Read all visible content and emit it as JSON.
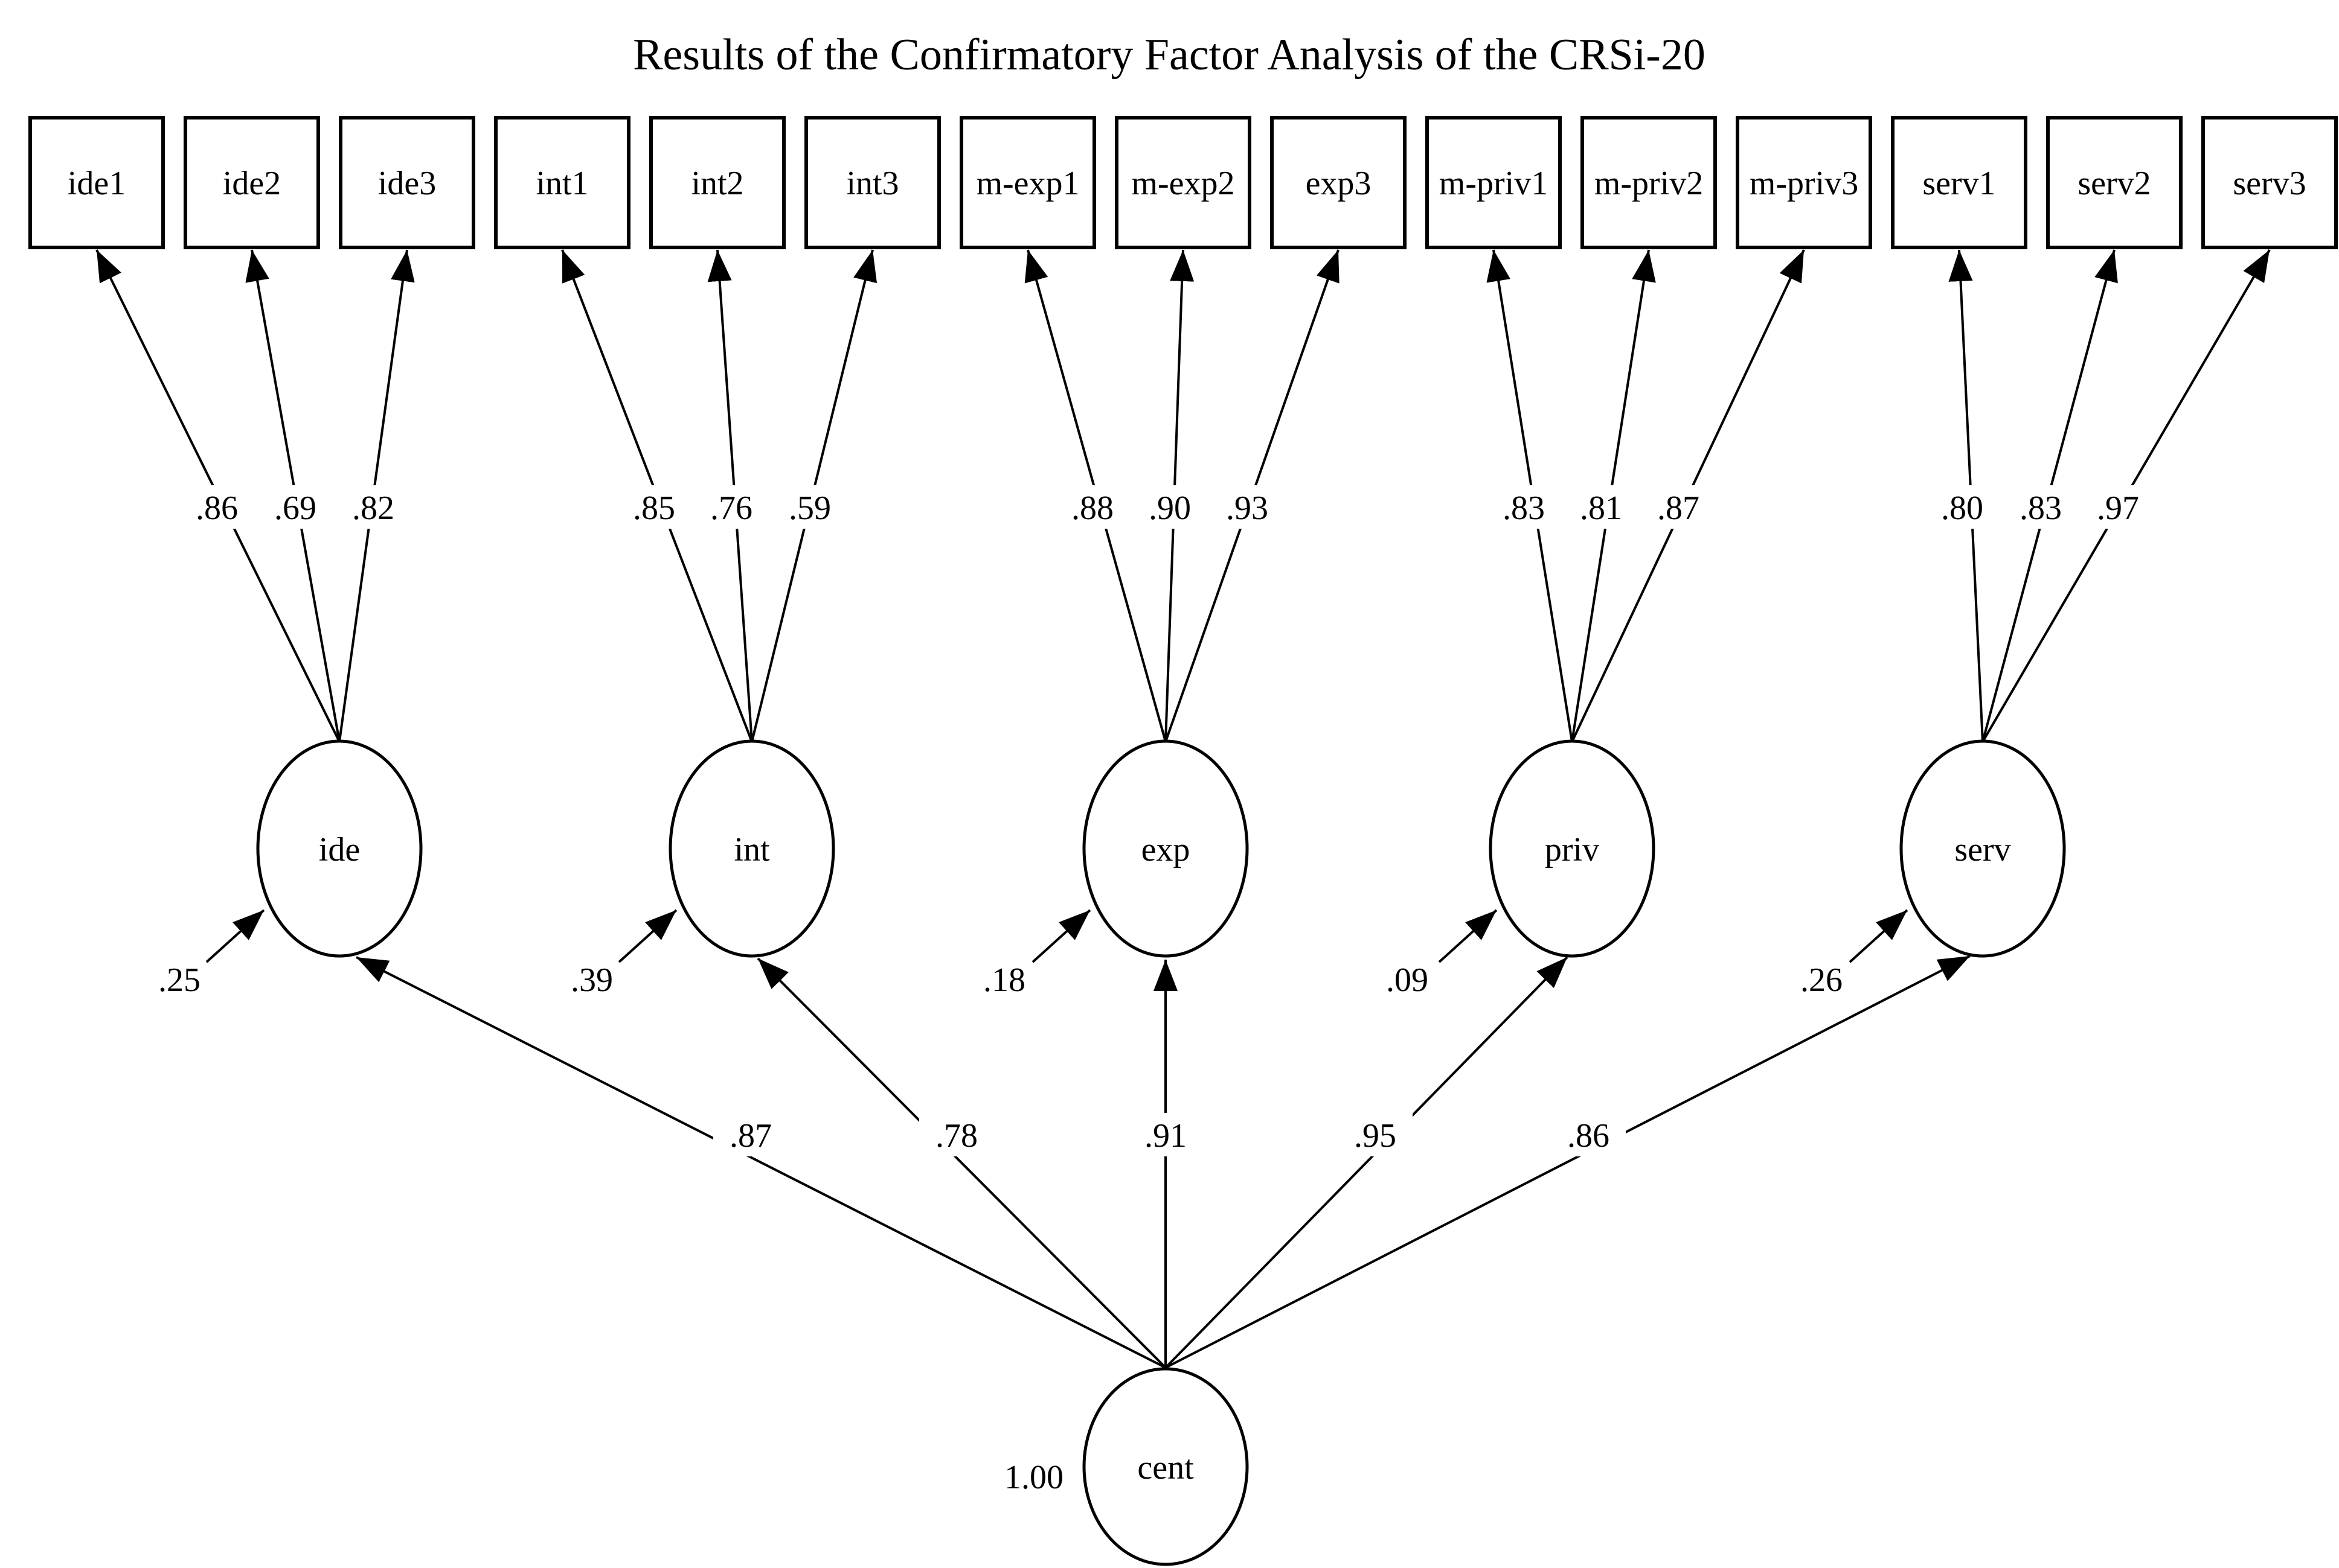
{
  "title": "Results of the Confirmatory Factor Analysis of the CRSi-20",
  "colors": {
    "ink": "#000000",
    "background": "#ffffff"
  },
  "diagram": {
    "type": "second-order confirmatory factor analysis path diagram",
    "second_order_factor": {
      "label": "cent",
      "variance": "1.00"
    },
    "factors": [
      {
        "label": "ide",
        "residual": ".25",
        "second_order_loading": ".87",
        "indicators": [
          {
            "label": "ide1",
            "loading": ".86"
          },
          {
            "label": "ide2",
            "loading": ".69"
          },
          {
            "label": "ide3",
            "loading": ".82"
          }
        ]
      },
      {
        "label": "int",
        "residual": ".39",
        "second_order_loading": ".78",
        "indicators": [
          {
            "label": "int1",
            "loading": ".85"
          },
          {
            "label": "int2",
            "loading": ".76"
          },
          {
            "label": "int3",
            "loading": ".59"
          }
        ]
      },
      {
        "label": "exp",
        "residual": ".18",
        "second_order_loading": ".91",
        "indicators": [
          {
            "label": "m-exp1",
            "loading": ".88"
          },
          {
            "label": "m-exp2",
            "loading": ".90"
          },
          {
            "label": "exp3",
            "loading": ".93"
          }
        ]
      },
      {
        "label": "priv",
        "residual": ".09",
        "second_order_loading": ".95",
        "indicators": [
          {
            "label": "m-priv1",
            "loading": ".83"
          },
          {
            "label": "m-priv2",
            "loading": ".81"
          },
          {
            "label": "m-priv3",
            "loading": ".87"
          }
        ]
      },
      {
        "label": "serv",
        "residual": ".26",
        "second_order_loading": ".86",
        "indicators": [
          {
            "label": "serv1",
            "loading": ".80"
          },
          {
            "label": "serv2",
            "loading": ".83"
          },
          {
            "label": "serv3",
            "loading": ".97"
          }
        ]
      }
    ]
  }
}
